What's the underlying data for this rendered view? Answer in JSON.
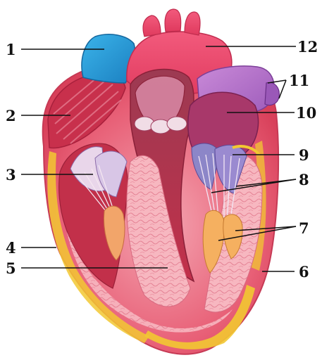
{
  "labels": [
    {
      "id": "l1",
      "text": "1"
    },
    {
      "id": "l2",
      "text": "2"
    },
    {
      "id": "l3",
      "text": "3"
    },
    {
      "id": "l4",
      "text": "4"
    },
    {
      "id": "l5",
      "text": "5"
    },
    {
      "id": "l6",
      "text": "6"
    },
    {
      "id": "l7",
      "text": "7"
    },
    {
      "id": "l8",
      "text": "8"
    },
    {
      "id": "l9",
      "text": "9"
    },
    {
      "id": "l10",
      "text": "10"
    },
    {
      "id": "l11",
      "text": "11"
    },
    {
      "id": "l12",
      "text": "12"
    }
  ],
  "colors": {
    "background": "#ffffff",
    "myocardium": "#e8556a",
    "muscle_light": "#f3a3ae",
    "chamber_dark": "#a8283c",
    "aorta": "#e8456a",
    "vena_cava": "#2a9fd6",
    "pulmonary_vein": "#b070c8",
    "fat": "#f2c832",
    "valve": "#e9d6ea",
    "leads": "#111111"
  }
}
